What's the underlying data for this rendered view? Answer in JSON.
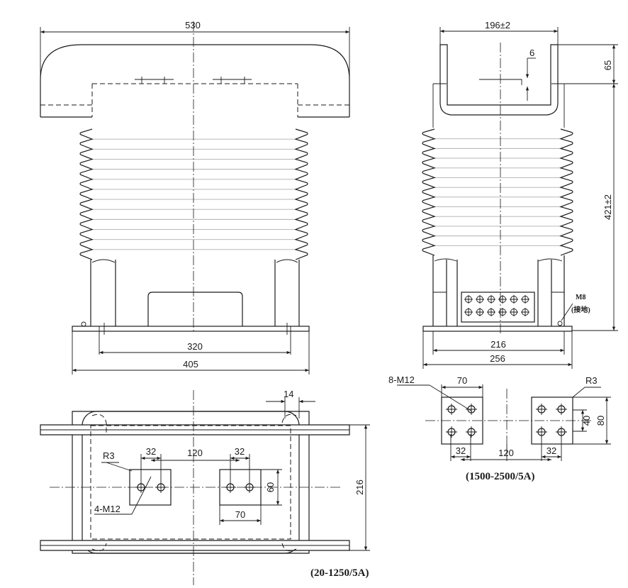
{
  "front_view": {
    "dim_width_top": "530",
    "dim_bolt_spacing": "320",
    "dim_base_width": "405"
  },
  "side_view": {
    "dim_terminal_gap": "196±2",
    "dim_slot": "6",
    "dim_terminal_height": "65",
    "dim_body_height": "421±2",
    "ground_bolt": "M8",
    "ground_label": "(接地)",
    "dim_foot_spacing": "216",
    "dim_base_width": "256"
  },
  "terminal_detail_large": {
    "holes_label": "8-M12",
    "radius_label": "R3",
    "dim_plate_width": "70",
    "dim_hole_pitch_v": "40",
    "dim_plate_height": "80",
    "dim_hole_pitch_left": "32",
    "dim_center_spacing": "120",
    "dim_hole_pitch_right": "32",
    "caption": "(1500-2500/5A)"
  },
  "top_view": {
    "dim_corner": "14",
    "dim_depth": "216",
    "radius_label": "R3",
    "dim_hole_pitch_left": "32",
    "dim_center_spacing": "120",
    "dim_hole_pitch_right": "32",
    "dim_plate_height": "60",
    "dim_plate_width": "70",
    "holes_label": "4-M12",
    "caption": "(20-1250/5A)"
  }
}
